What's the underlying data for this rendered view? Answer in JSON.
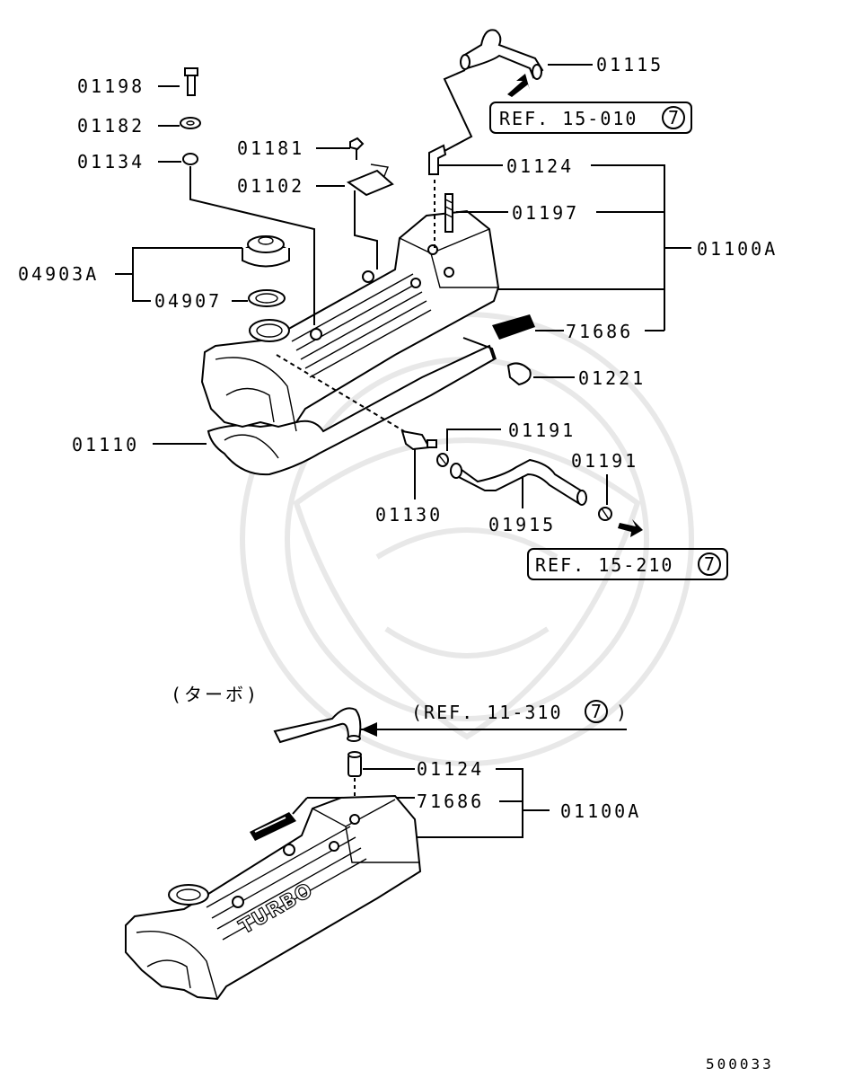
{
  "diagram_id": "500033",
  "parts": {
    "p01198": "01198",
    "p01182": "01182",
    "p01134": "01134",
    "p01181": "01181",
    "p01102": "01102",
    "p04903A": "04903A",
    "p04907": "04907",
    "p01110": "01110",
    "p01115": "01115",
    "p01124": "01124",
    "p01197": "01197",
    "p01100A": "01100A",
    "p71686": "71686",
    "p01221": "01221",
    "p01191a": "01191",
    "p01191b": "01191",
    "p01130": "01130",
    "p01915": "01915",
    "turbo_01124": "01124",
    "turbo_71686": "71686",
    "turbo_01100A": "01100A"
  },
  "refs": {
    "ref1_text": "REF. 15-010",
    "ref1_num": "7",
    "ref2_text": "REF. 15-210",
    "ref2_num": "7",
    "ref3_open": "(REF. 11-310",
    "ref3_num": "7",
    "ref3_close": ")"
  },
  "turbo_label": "(ターボ)",
  "turbo_emblem": "TURBO"
}
